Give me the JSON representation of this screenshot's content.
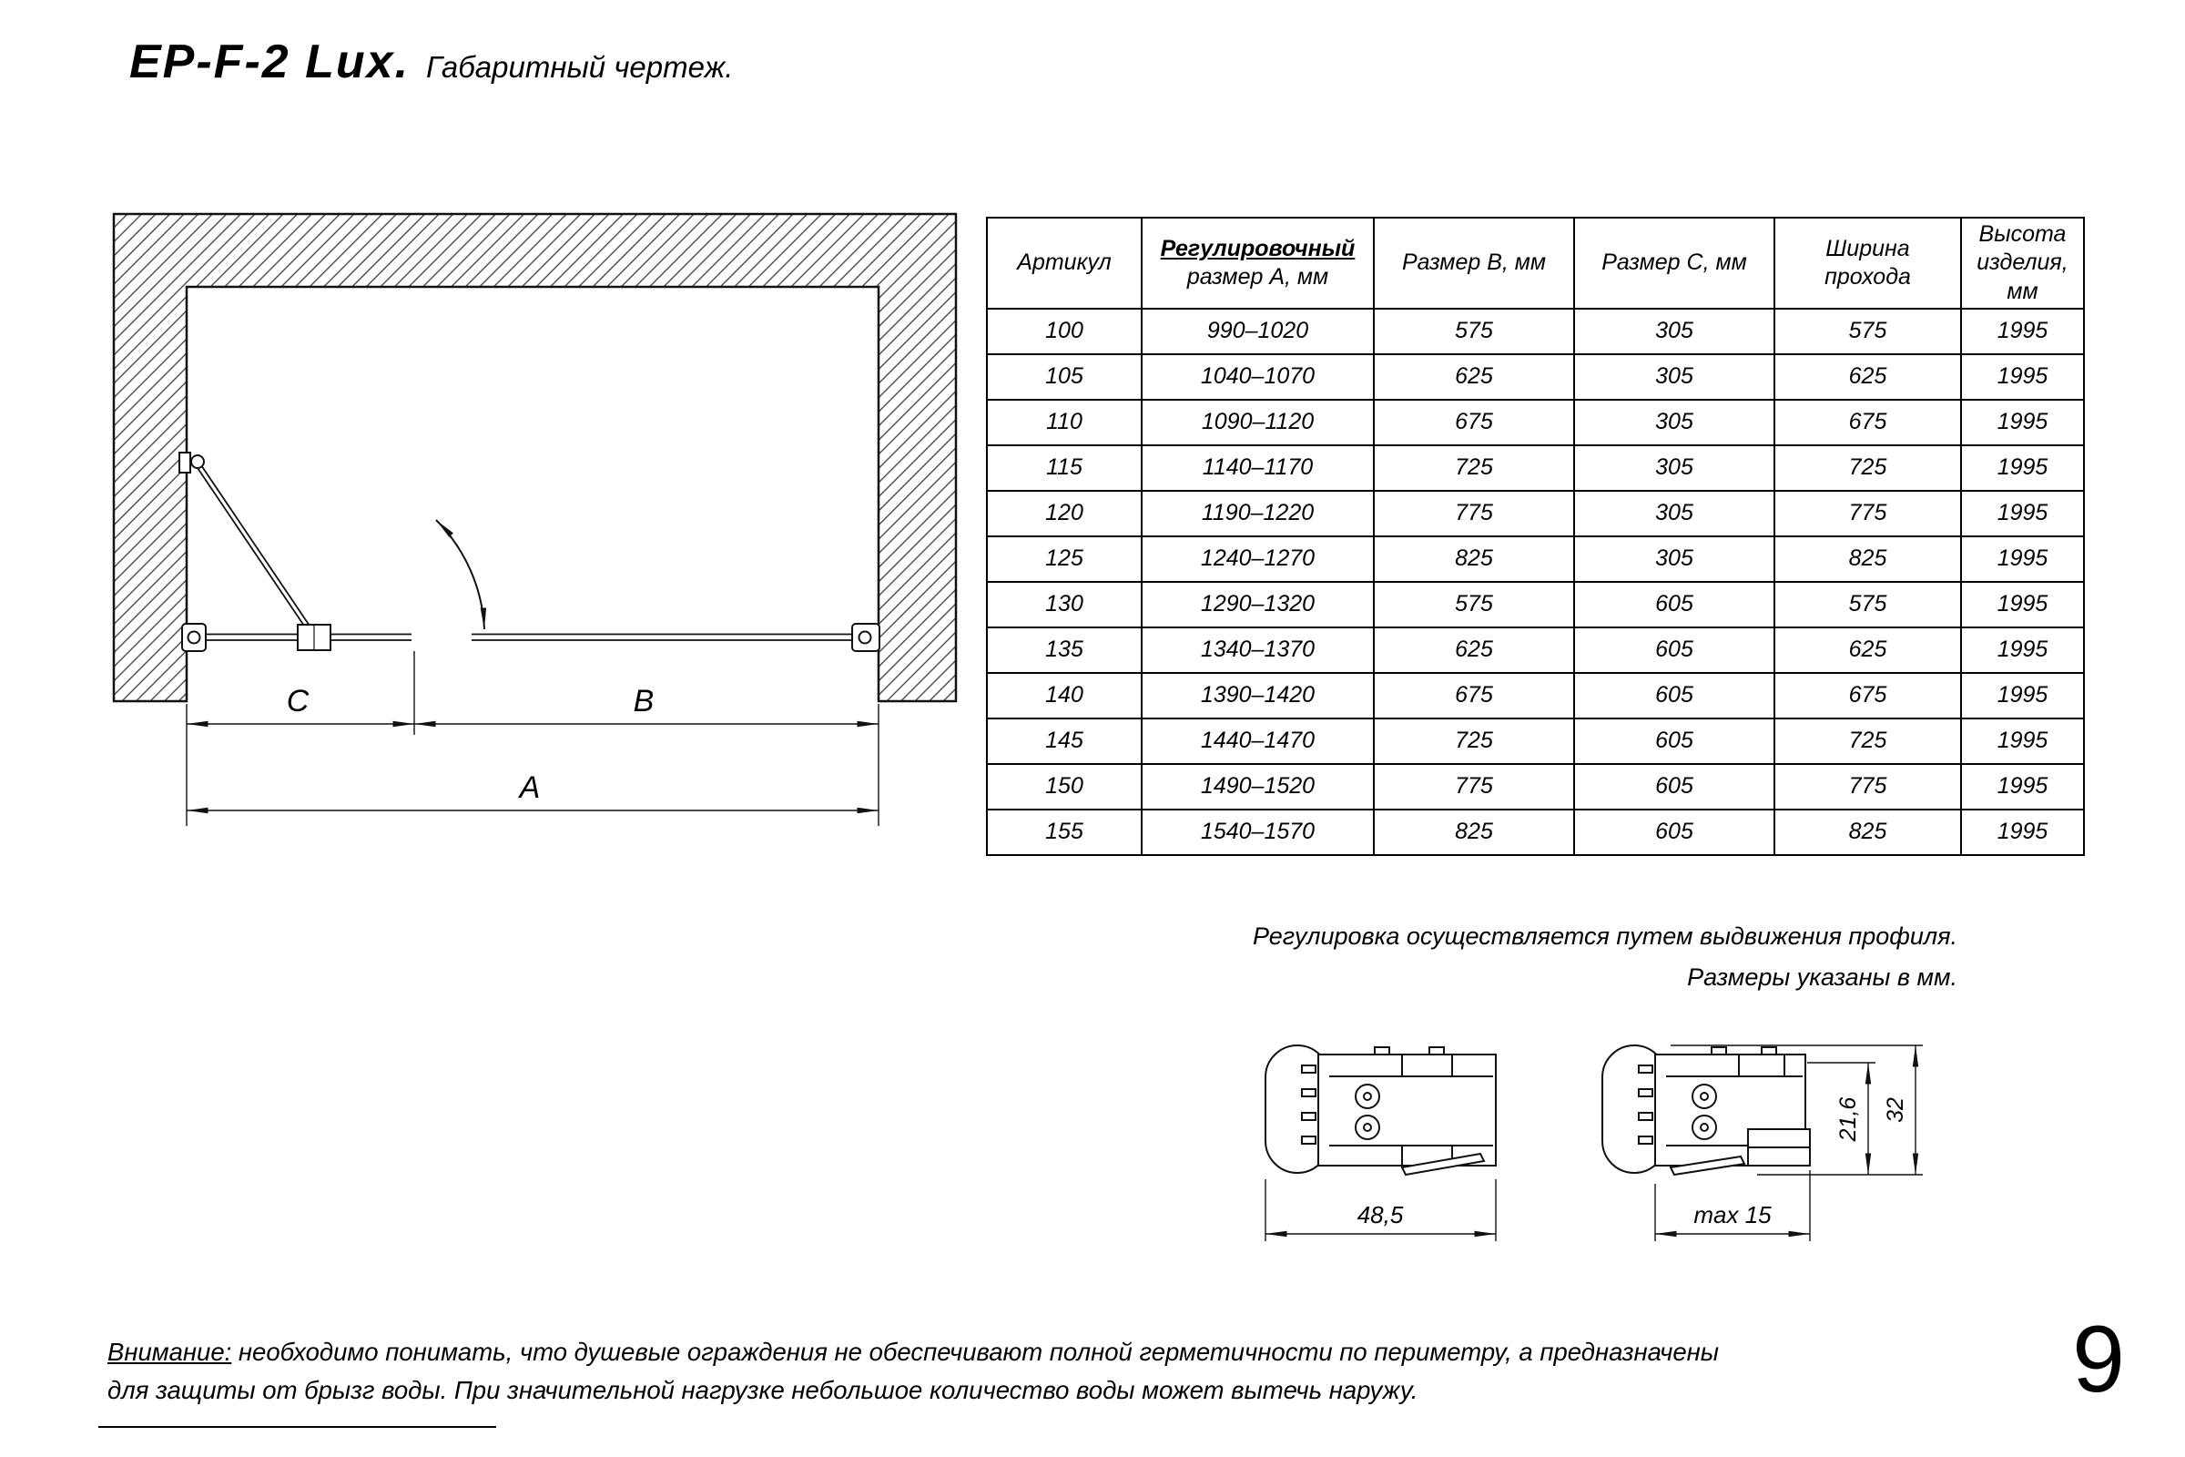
{
  "page": {
    "title_main": "EP-F-2 Lux.",
    "title_sub": "Габаритный чертеж.",
    "page_number": "9"
  },
  "drawing": {
    "dim_a": "A",
    "dim_b": "B",
    "dim_c": "C"
  },
  "table": {
    "headers": {
      "article": "Артикул",
      "size_a_line1": "Регулировочный",
      "size_a_line2": "размер А, мм",
      "size_b": "Размер В, мм",
      "size_c": "Размер С, мм",
      "passage": "Ширина прохода",
      "height": "Высота изделия, мм"
    },
    "rows": [
      [
        "100",
        "990–1020",
        "575",
        "305",
        "575",
        "1995"
      ],
      [
        "105",
        "1040–1070",
        "625",
        "305",
        "625",
        "1995"
      ],
      [
        "110",
        "1090–1120",
        "675",
        "305",
        "675",
        "1995"
      ],
      [
        "115",
        "1140–1170",
        "725",
        "305",
        "725",
        "1995"
      ],
      [
        "120",
        "1190–1220",
        "775",
        "305",
        "775",
        "1995"
      ],
      [
        "125",
        "1240–1270",
        "825",
        "305",
        "825",
        "1995"
      ],
      [
        "130",
        "1290–1320",
        "575",
        "605",
        "575",
        "1995"
      ],
      [
        "135",
        "1340–1370",
        "625",
        "605",
        "625",
        "1995"
      ],
      [
        "140",
        "1390–1420",
        "675",
        "605",
        "675",
        "1995"
      ],
      [
        "145",
        "1440–1470",
        "725",
        "605",
        "725",
        "1995"
      ],
      [
        "150",
        "1490–1520",
        "775",
        "605",
        "775",
        "1995"
      ],
      [
        "155",
        "1540–1570",
        "825",
        "605",
        "825",
        "1995"
      ]
    ]
  },
  "notes": {
    "line1": "Регулировка осуществляется путем выдвижения профиля.",
    "line2": "Размеры указаны в мм."
  },
  "profiles": {
    "dim_width": "48,5",
    "dim_max": "max 15",
    "dim_depth": "21,6",
    "dim_height": "32"
  },
  "warning": {
    "label": "Внимание:",
    "line1_rest": "необходимо понимать, что душевые ограждения не обеспечивают полной герметичности по периметру, а предназначены",
    "line2": "для защиты от брызг воды. При значительной нагрузке небольшое количество воды может вытечь наружу."
  }
}
